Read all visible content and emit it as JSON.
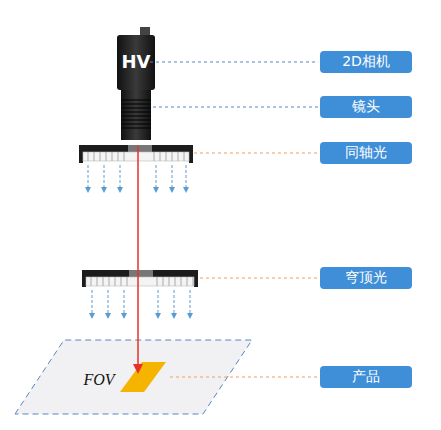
{
  "diagram": {
    "nodes": [
      {
        "text": [
          "2D相机"
        ]
      },
      {
        "text": [
          "镜头"
        ]
      },
      {
        "text": [
          "同轴光"
        ]
      },
      {
        "text": [
          "穹顶光"
        ]
      },
      {
        "text": [
          "产品"
        ]
      }
    ],
    "labels": [
      "HV",
      "FOV"
    ]
  }
}
